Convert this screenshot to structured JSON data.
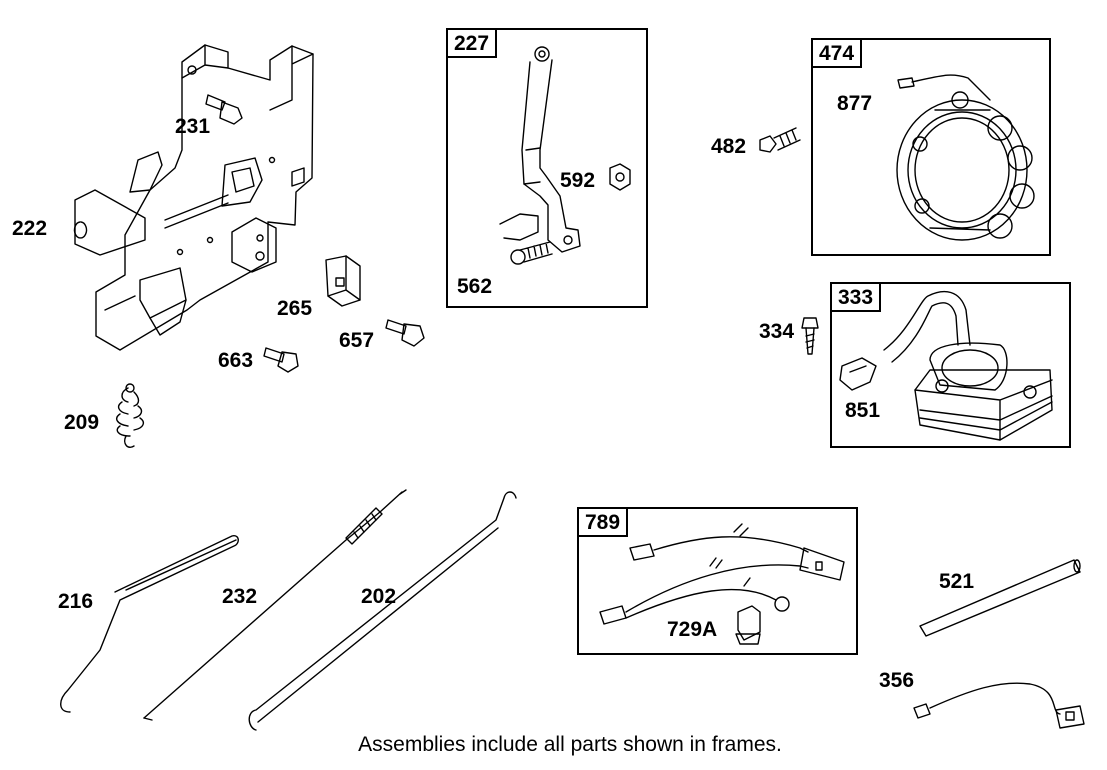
{
  "frames": [
    {
      "label": "227"
    },
    {
      "label": "474"
    },
    {
      "label": "333"
    },
    {
      "label": "789"
    }
  ],
  "parts": {
    "p231": "231",
    "p222": "222",
    "p265": "265",
    "p657": "657",
    "p663": "663",
    "p209": "209",
    "p592": "592",
    "p562": "562",
    "p877": "877",
    "p482": "482",
    "p334": "334",
    "p851": "851",
    "p216": "216",
    "p232": "232",
    "p202": "202",
    "p729a": "729A",
    "p521": "521",
    "p356": "356"
  },
  "caption": "Assemblies include all parts shown in frames."
}
